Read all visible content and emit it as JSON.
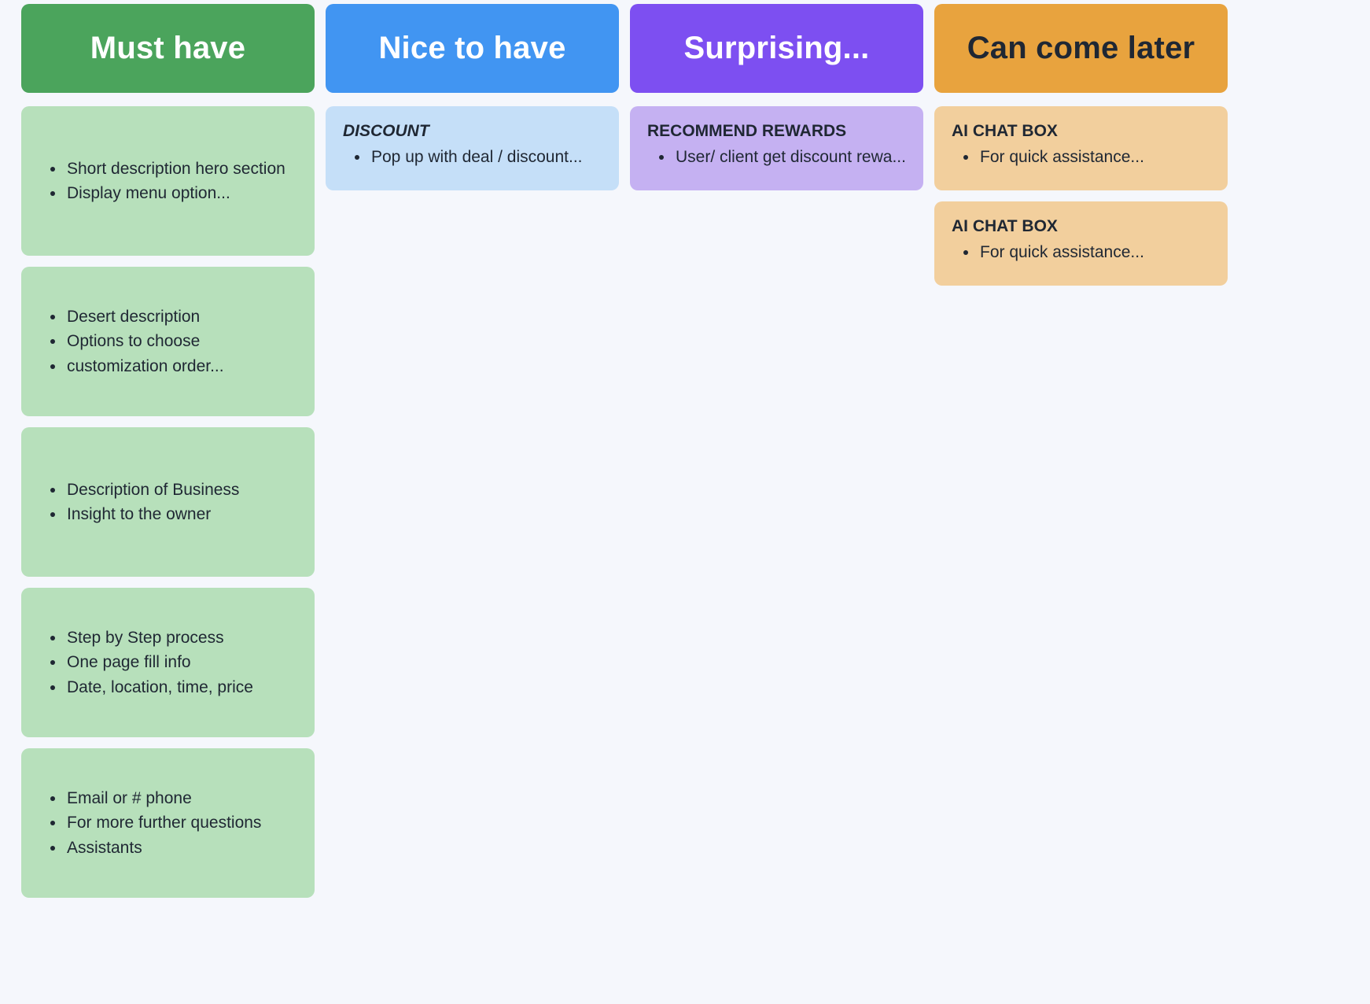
{
  "page": {
    "background": "#F5F7FC"
  },
  "board": {
    "columns": [
      {
        "title": "Must have",
        "colors": {
          "header_bg": "#4BA45C",
          "header_text": "#FFFFFF",
          "card_bg": "#B7E0BB"
        },
        "cards": [
          {
            "bullets": [
              "Short description hero section",
              "Display menu option..."
            ]
          },
          {
            "bullets": [
              "Desert description",
              "Options to choose",
              "customization order..."
            ]
          },
          {
            "bullets": [
              "Description of Business",
              "Insight to the owner"
            ]
          },
          {
            "bullets": [
              "Step by Step process",
              "One page fill info",
              "Date, location, time, price"
            ]
          },
          {
            "bullets": [
              "Email or # phone",
              "For more further questions",
              "Assistants"
            ]
          }
        ]
      },
      {
        "title": "Nice to have",
        "colors": {
          "header_bg": "#4195F2",
          "header_text": "#FFFFFF",
          "card_bg": "#C5DFF8"
        },
        "cards": [
          {
            "title": "DISCOUNT",
            "title_style": "italic",
            "bullets": [
              "Pop up with deal / discount..."
            ]
          }
        ]
      },
      {
        "title": "Surprising...",
        "colors": {
          "header_bg": "#7D4FF1",
          "header_text": "#FFFFFF",
          "card_bg": "#C5B1F2"
        },
        "cards": [
          {
            "title": "RECOMMEND REWARDS",
            "bullets": [
              "User/ client get discount rewa..."
            ]
          }
        ]
      },
      {
        "title": "Can come later",
        "colors": {
          "header_bg": "#E8A33E",
          "header_text": "#1F2733",
          "card_bg": "#F2CF9D"
        },
        "cards": [
          {
            "title": "AI CHAT BOX",
            "bullets": [
              "For quick assistance..."
            ]
          },
          {
            "title": "AI CHAT BOX",
            "bullets": [
              "For quick assistance..."
            ]
          }
        ]
      }
    ]
  }
}
